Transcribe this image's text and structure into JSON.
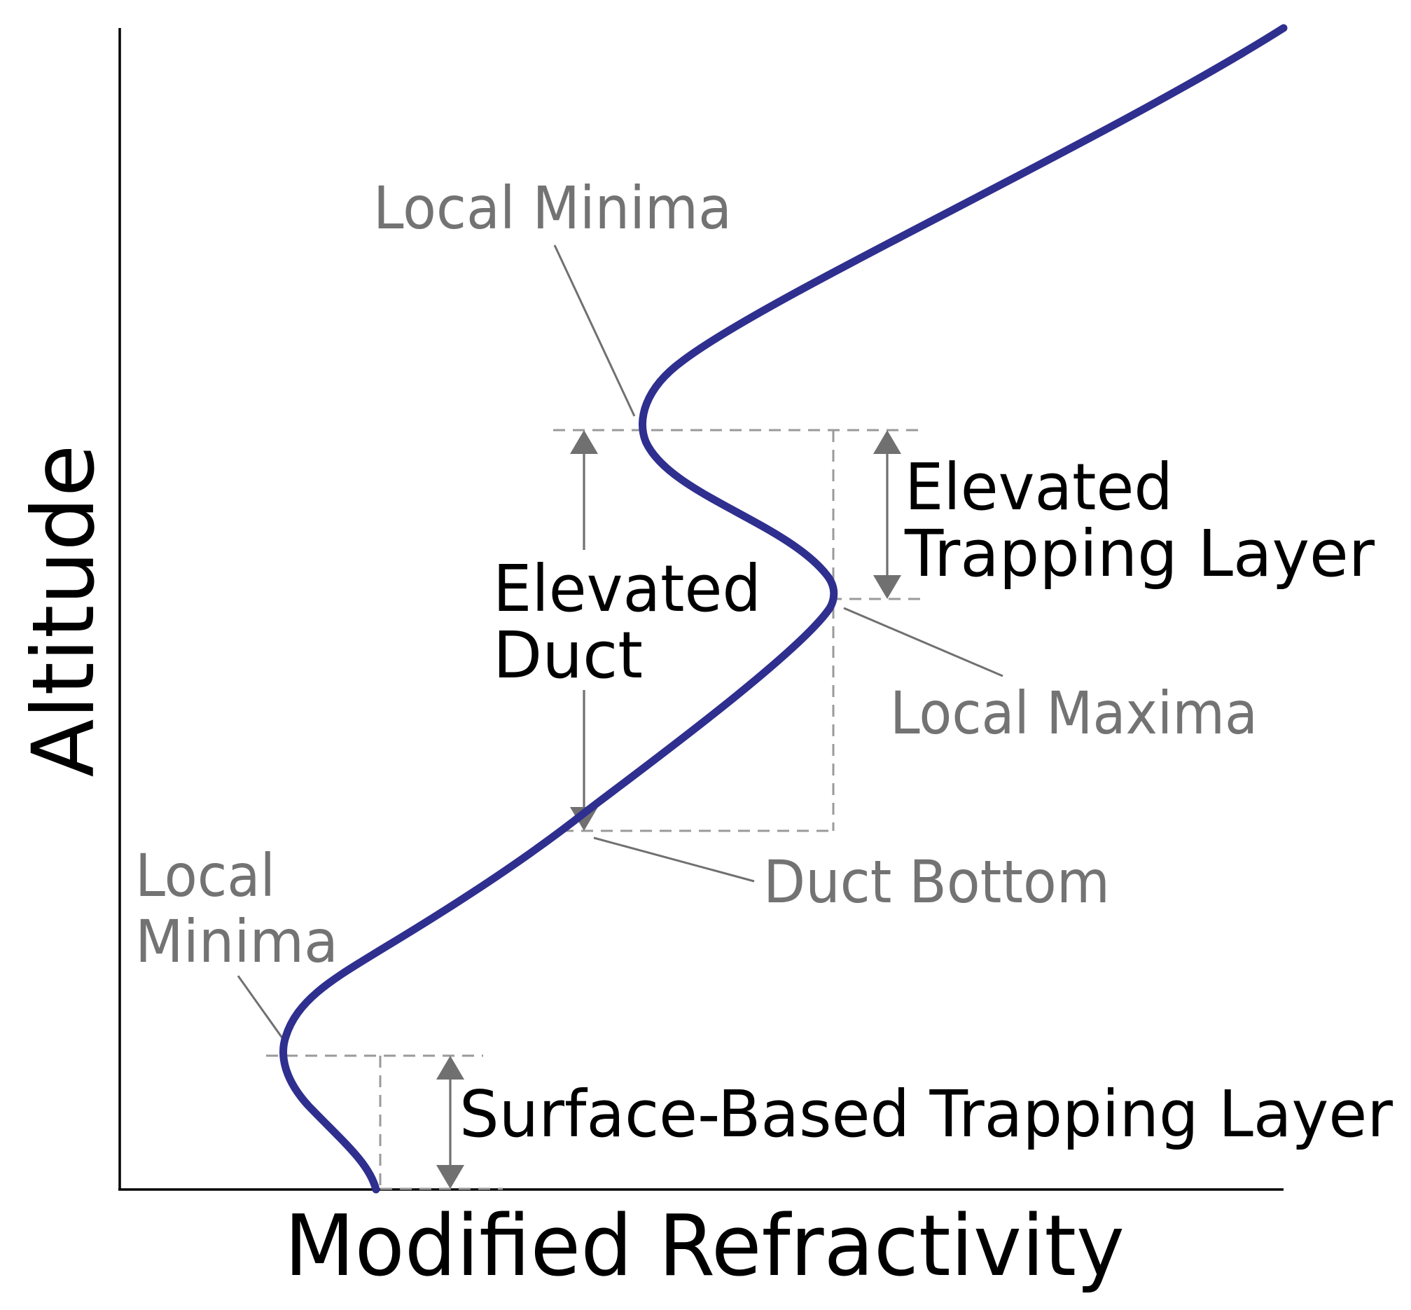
{
  "axes": {
    "x_label": "Modified Refractivity",
    "y_label": "Altitude"
  },
  "labels": {
    "elevated_duct": [
      "Elevated",
      "Duct"
    ],
    "elevated_trapping_layer": [
      "Elevated",
      "Trapping Layer"
    ],
    "surface_based_trapping_layer": "Surface-Based Trapping Layer"
  },
  "annotations": {
    "local_minima_upper": "Local Minima",
    "local_maxima": "Local Maxima",
    "duct_bottom": "Duct Bottom",
    "local_minima_lower": [
      "Local",
      "Minima"
    ]
  },
  "colors": {
    "profile_curve": "#2e2f8e",
    "annotation_text": "#737373",
    "guide_lines": "#9a9a9a",
    "axes": "#000000"
  }
}
